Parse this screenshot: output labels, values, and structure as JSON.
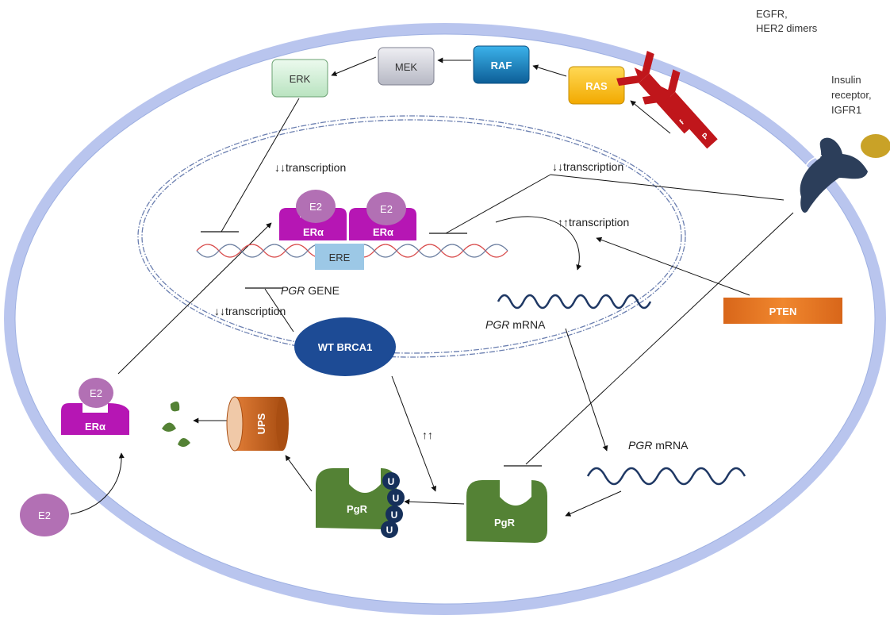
{
  "cascade": {
    "erk": "ERK",
    "mek": "MEK",
    "raf": "RAF",
    "ras": "RAS"
  },
  "receptors": {
    "egfr_label_1": "EGFR,",
    "egfr_label_2": "HER2 dimers",
    "egfr_p": "P",
    "insulin_label_1": "Insulin",
    "insulin_label_2": "receptor,",
    "insulin_label_3": "IGFR1"
  },
  "nucleus": {
    "transcription_down_1": "↓↓transcription",
    "transcription_down_2": "↓↓transcription",
    "transcription_down_3": "↓↓transcription",
    "transcription_up": "↑↑transcription",
    "e2": "E2",
    "era": "ERα",
    "ere": "ERE",
    "pgr_gene_italic": "PGR",
    "pgr_gene_suffix": " GENE",
    "pgr_mrna_italic": "PGR",
    "pgr_mrna_suffix": " mRNA",
    "brca1": "WT BRCA1"
  },
  "cytoplasm": {
    "pten": "PTEN",
    "ups": "UPS",
    "pgr": "PgR",
    "ubiquitin": "U",
    "up_arrows": "↑↑",
    "pgr_mrna_italic": "PGR",
    "pgr_mrna_suffix": " mRNA",
    "e2": "E2",
    "era": "ERα"
  },
  "colors": {
    "membrane": "#b9c5ee",
    "egfr": "#c0161b",
    "insulin_receptor": "#2c3e5a",
    "insulin_ligand": "#c9a227",
    "erk": "#d4f0d8",
    "mek": "#cfd0d8",
    "raf": "#1883c4",
    "ras": "#ffc20e",
    "era": "#b616b4",
    "e2": "#b270b4",
    "ere": "#9cc8e6",
    "brca1": "#1d4b95",
    "pten": "#e87722",
    "ups": "#c8631c",
    "pgr": "#548235",
    "ubiquitin": "#16305a"
  }
}
